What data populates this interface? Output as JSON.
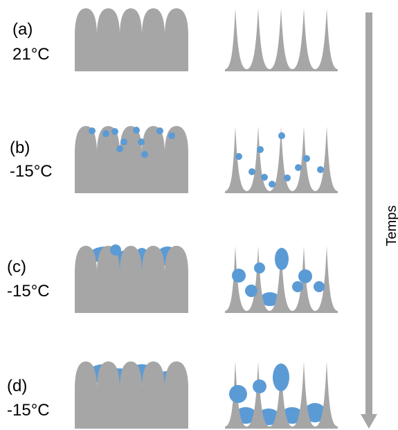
{
  "panels": [
    {
      "letter": "(a)",
      "temperature": "21°C"
    },
    {
      "letter": "(b)",
      "temperature": "-15°C"
    },
    {
      "letter": "(c)",
      "temperature": "-15°C"
    },
    {
      "letter": "(d)",
      "temperature": "-15°C"
    }
  ],
  "time_axis": {
    "label": "Temps"
  },
  "colors": {
    "structure": "#a6a6a6",
    "droplet": "#5b9bd5",
    "arrow": "#a6a6a6"
  }
}
